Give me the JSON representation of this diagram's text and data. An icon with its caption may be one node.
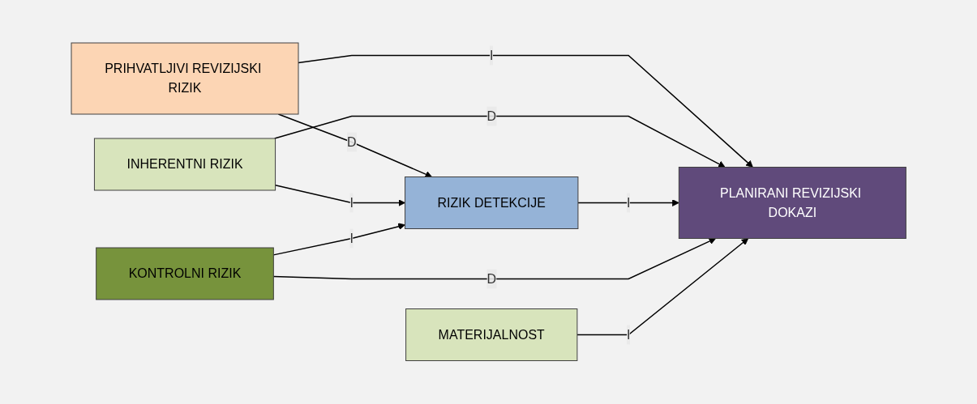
{
  "diagram": {
    "nodes": [
      {
        "text": [
          "PRIHVATLJIVI REVIZIJSKI RIZIK"
        ]
      },
      {
        "text": [
          "INHERENTNI RIZIK"
        ]
      },
      {
        "text": [
          "KONTROLNI RIZIK"
        ]
      },
      {
        "text": [
          "MATERIJALNOST"
        ]
      },
      {
        "text": [
          "RIZIK DETEKCIJE"
        ]
      },
      {
        "text": [
          "PLANIRANI REVIZIJSKI DOKAZI"
        ]
      }
    ],
    "edges": [
      {
        "from": 0,
        "to": 5,
        "arrow": "to",
        "label": "I"
      },
      {
        "from": 0,
        "to": 4,
        "arrow": "to",
        "label": "D"
      },
      {
        "from": 1,
        "to": 5,
        "arrow": "to",
        "label": "D"
      },
      {
        "from": 1,
        "to": 4,
        "arrow": "to",
        "label": "I"
      },
      {
        "from": 4,
        "to": 5,
        "arrow": "to",
        "label": "I"
      },
      {
        "from": 2,
        "to": 4,
        "arrow": "to",
        "label": "I"
      },
      {
        "from": 2,
        "to": 5,
        "arrow": "to",
        "label": "D"
      },
      {
        "from": 3,
        "to": 5,
        "arrow": "to",
        "label": "I"
      }
    ]
  }
}
